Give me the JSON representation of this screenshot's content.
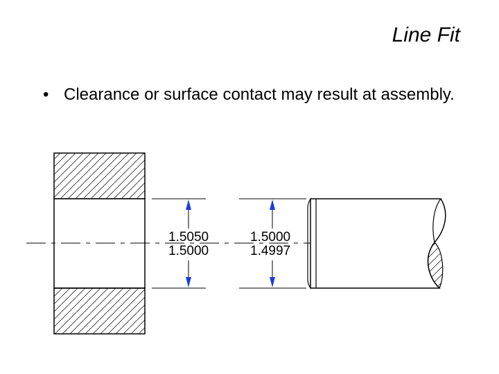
{
  "slide": {
    "title": "Line Fit",
    "bullet_symbol": "•",
    "bullet_text": "Clearance or surface contact may result at assembly."
  },
  "drawing": {
    "hole_dimension": {
      "upper": "1.5050",
      "lower": "1.5000"
    },
    "shaft_dimension": {
      "upper": "1.5000",
      "lower": "1.4997"
    },
    "colors": {
      "line": "#000000",
      "arrow": "#1a3de0",
      "hatch": "#000000"
    }
  }
}
